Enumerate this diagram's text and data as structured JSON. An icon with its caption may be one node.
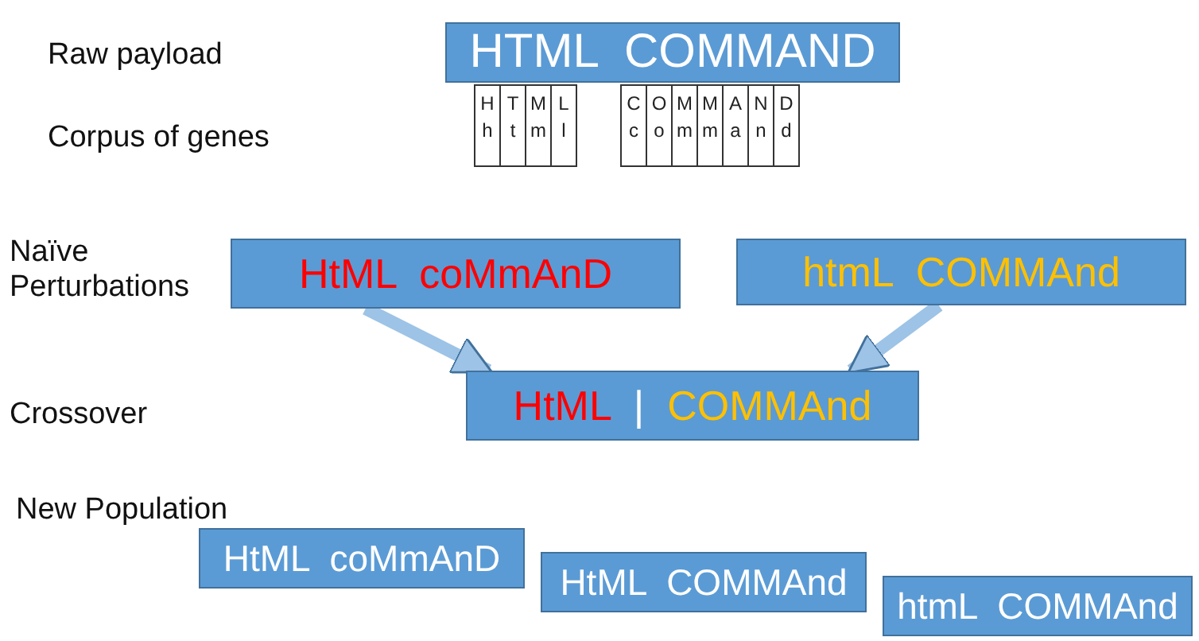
{
  "diagram": {
    "nodes": [
      {
        "text": [
          "HTML  COMMAND"
        ]
      },
      {
        "text": [
          "H",
          "h"
        ]
      },
      {
        "text": [
          "T",
          "t"
        ]
      },
      {
        "text": [
          "M",
          "m"
        ]
      },
      {
        "text": [
          "L",
          "l"
        ]
      },
      {
        "text": [
          "C",
          "c"
        ]
      },
      {
        "text": [
          "O",
          "o"
        ]
      },
      {
        "text": [
          "M",
          "m"
        ]
      },
      {
        "text": [
          "M",
          "m"
        ]
      },
      {
        "text": [
          "A",
          "a"
        ]
      },
      {
        "text": [
          "N",
          "n"
        ]
      },
      {
        "text": [
          "D",
          "d"
        ]
      },
      {
        "text": [
          "HtML  coMmAnD"
        ]
      },
      {
        "text": [
          "htmL  COMMAnd"
        ]
      },
      {
        "text": [
          "HtML",
          "|",
          "COMMAnd"
        ]
      },
      {
        "text": [
          "HtML  coMmAnD"
        ]
      },
      {
        "text": [
          "HtML  COMMAnd"
        ]
      },
      {
        "text": [
          "htmL  COMMAnd"
        ]
      }
    ],
    "edges": [
      {
        "from": 12,
        "to": 14,
        "arrow": "to"
      },
      {
        "from": 13,
        "to": 14,
        "arrow": "to"
      }
    ],
    "labels": [
      "Raw payload",
      "Corpus of genes",
      "Naïve Perturbations",
      "Crossover",
      "New Population"
    ]
  }
}
